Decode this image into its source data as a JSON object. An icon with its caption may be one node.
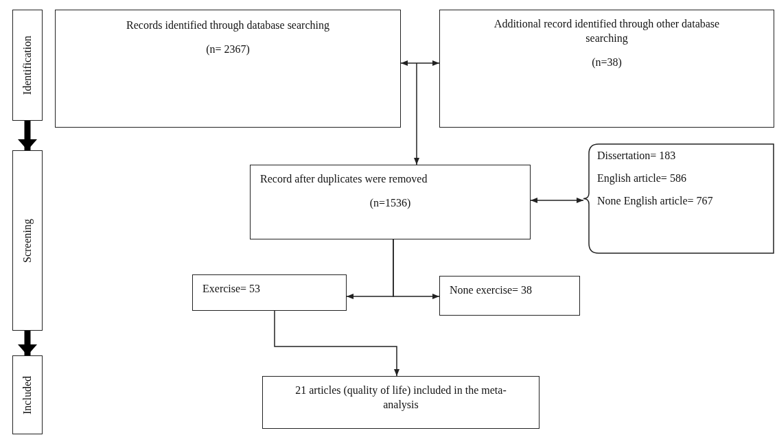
{
  "diagram": {
    "nodes": [
      {
        "text": [
          "Identification"
        ]
      },
      {
        "text": [
          "Records identified through database searching",
          "(n= 2367)"
        ]
      },
      {
        "text": [
          "Additional record identified through other database searching",
          "(n=38)"
        ]
      },
      {
        "text": [
          "Screening"
        ]
      },
      {
        "text": [
          "Record after duplicates were removed",
          "(n=1536)"
        ]
      },
      {
        "text": [
          "Dissertation= 183",
          "English article= 586",
          "None English article= 767"
        ]
      },
      {
        "text": [
          "Exercise= 53"
        ]
      },
      {
        "text": [
          "None exercise= 38"
        ]
      },
      {
        "text": [
          "Included"
        ]
      },
      {
        "text": [
          "21 articles (quality of life) included in the meta- analysis"
        ]
      }
    ],
    "edges": [
      {
        "from": 0,
        "to": 3,
        "arrow": "to",
        "style": "thick"
      },
      {
        "from": 3,
        "to": 8,
        "arrow": "to",
        "style": "thick"
      },
      {
        "from": 1,
        "to": 2,
        "arrow": "both"
      },
      {
        "from": null,
        "to": 4,
        "arrow": "to"
      },
      {
        "from": 4,
        "to": 5,
        "arrow": "both"
      },
      {
        "from": 4,
        "to": 6,
        "arrow": "to"
      },
      {
        "from": 4,
        "to": 7,
        "arrow": "to"
      },
      {
        "from": 6,
        "to": 9,
        "arrow": "to"
      }
    ]
  }
}
